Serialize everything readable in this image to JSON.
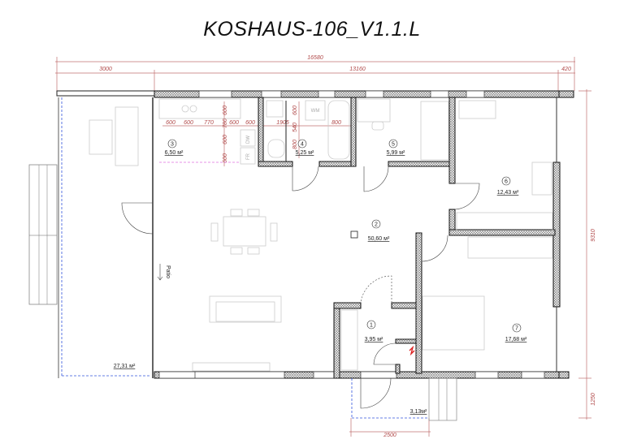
{
  "title": "KOSHAUS-106_V1.1.L",
  "dimensions": {
    "overall_width": "16580",
    "terrace_width": "3000",
    "house_width": "13160",
    "right_offset": "420",
    "overall_depth": "9310",
    "porch_depth": "1250",
    "porch_width": "2500",
    "kitchen": [
      "600",
      "600",
      "770",
      "780",
      "600",
      "600"
    ],
    "kitchen_vertical": [
      "600",
      "600",
      "600"
    ],
    "bath": [
      "1905",
      "800"
    ],
    "bath_vertical": [
      "600",
      "540",
      "800"
    ]
  },
  "rooms": [
    {
      "number": "1",
      "area": "3,95 м²"
    },
    {
      "number": "2",
      "area": "50,60 м²"
    },
    {
      "number": "3",
      "area": "6,50 м²"
    },
    {
      "number": "4",
      "area": "5,25 м²"
    },
    {
      "number": "5",
      "area": "5,99 м²"
    },
    {
      "number": "6",
      "area": "12,43 м²"
    },
    {
      "number": "7",
      "area": "17,68 м²"
    }
  ],
  "terrace": {
    "area": "27,31 м²",
    "label": "Patio"
  },
  "porch": {
    "area": "3,13м²"
  },
  "fixtures": {
    "dishwasher": "DW",
    "fridge": "FR",
    "washing_machine": "WM"
  },
  "colors": {
    "walls": "#111111",
    "dimensions": "#b04848",
    "hatch": "#888888",
    "terrace_edge": "#3355dd",
    "kitchen_zone": "#e070e0",
    "electric_panel": "#dd2222"
  }
}
